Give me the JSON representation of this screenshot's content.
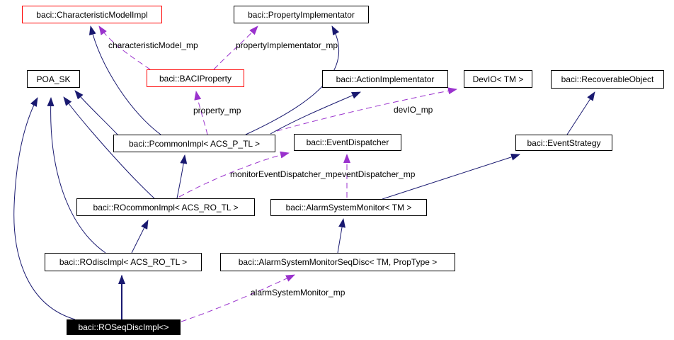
{
  "diagram": {
    "type": "class-collaboration-graph",
    "nodes": [
      {
        "id": "characteristic-model-impl",
        "label": "baci::CharacteristicModelImpl",
        "variant": "red"
      },
      {
        "id": "property-implementator",
        "label": "baci::PropertyImplementator",
        "variant": "normal"
      },
      {
        "id": "poa-sk",
        "label": "POA_SK",
        "variant": "normal"
      },
      {
        "id": "baci-property",
        "label": "baci::BACIProperty",
        "variant": "red"
      },
      {
        "id": "action-implementator",
        "label": "baci::ActionImplementator",
        "variant": "normal"
      },
      {
        "id": "devio-tm",
        "label": "DevIO< TM >",
        "variant": "normal"
      },
      {
        "id": "recoverable-object",
        "label": "baci::RecoverableObject",
        "variant": "normal"
      },
      {
        "id": "pcommon-impl",
        "label": "baci::PcommonImpl< ACS_P_TL >",
        "variant": "normal"
      },
      {
        "id": "event-dispatcher",
        "label": "baci::EventDispatcher",
        "variant": "normal"
      },
      {
        "id": "event-strategy",
        "label": "baci::EventStrategy",
        "variant": "normal"
      },
      {
        "id": "rocommon-impl",
        "label": "baci::ROcommonImpl< ACS_RO_TL >",
        "variant": "normal"
      },
      {
        "id": "alarm-system-monitor",
        "label": "baci::AlarmSystemMonitor< TM >",
        "variant": "normal"
      },
      {
        "id": "rodisc-impl",
        "label": "baci::ROdiscImpl< ACS_RO_TL >",
        "variant": "normal"
      },
      {
        "id": "alarm-system-monitor-seq-disc",
        "label": "baci::AlarmSystemMonitorSeqDisc< TM, PropType >",
        "variant": "normal"
      },
      {
        "id": "roseq-disc-impl",
        "label": "baci::ROSeqDiscImpl<>",
        "variant": "focus"
      }
    ],
    "edge_labels": {
      "characteristic_model": "characteristicModel_mp",
      "property_implementator": "propertyImplementator_mp",
      "property": "property_mp",
      "devio": "devIO_mp",
      "monitor_event_dispatcher": "monitorEventDispatcher_mp",
      "event_dispatcher": "eventDispatcher_mp",
      "alarm_system_monitor": "alarmSystemMonitor_mp"
    },
    "colors": {
      "inheritance_edge": "#191970",
      "usage_edge": "#9a32cd",
      "node_border": "#000000",
      "truncated_node_border": "#ff0000",
      "focus_node_background": "#000000",
      "focus_node_text": "#ffffff",
      "background": "#ffffff",
      "text": "#000000"
    }
  }
}
